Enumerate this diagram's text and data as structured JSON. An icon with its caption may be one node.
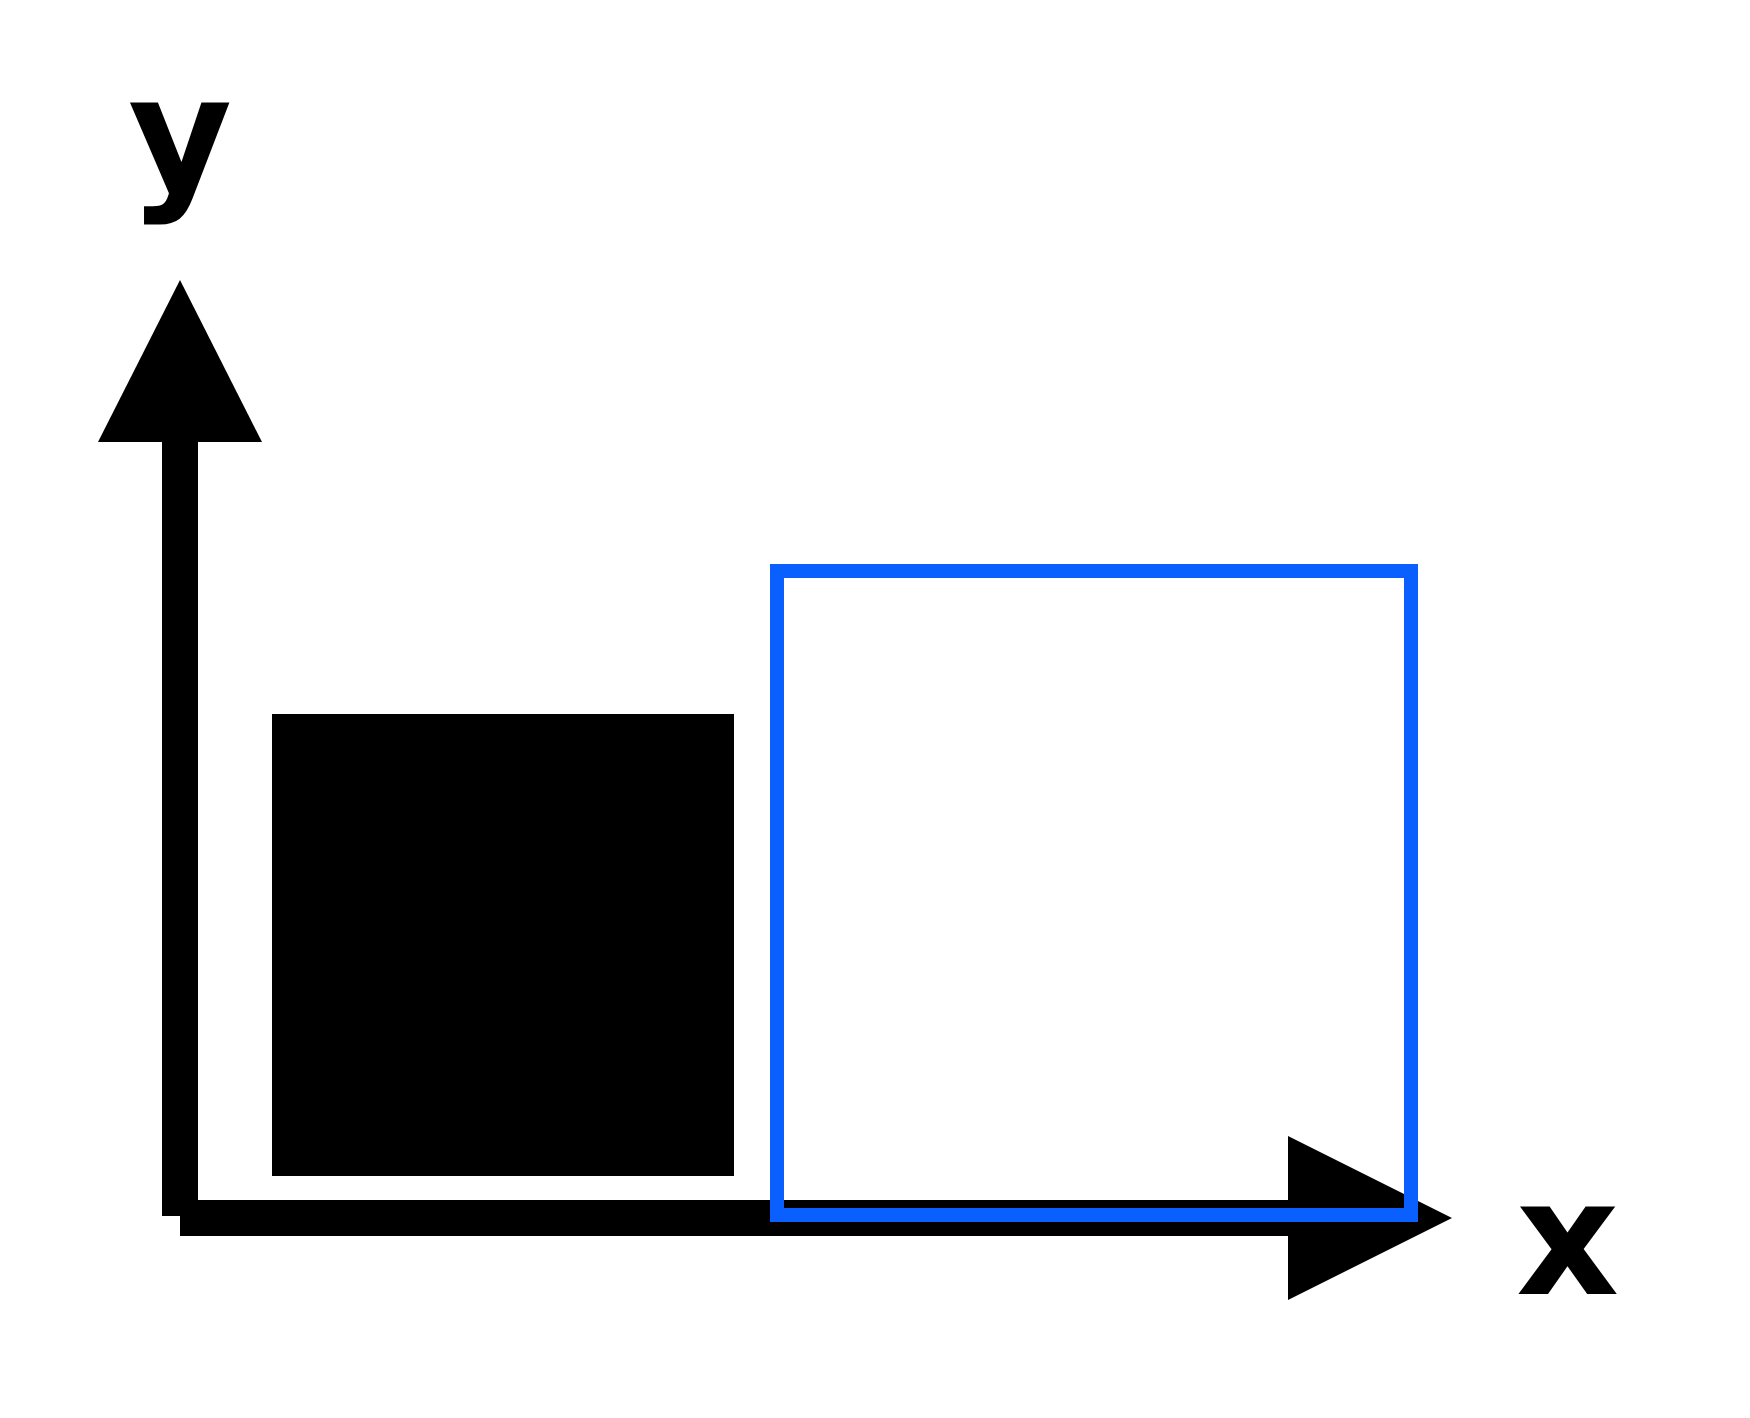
{
  "diagram": {
    "nodes": [
      {
        "text": [],
        "shape": "box"
      },
      {
        "text": [],
        "shape": "box"
      }
    ],
    "labels": [
      "y",
      "x"
    ]
  }
}
